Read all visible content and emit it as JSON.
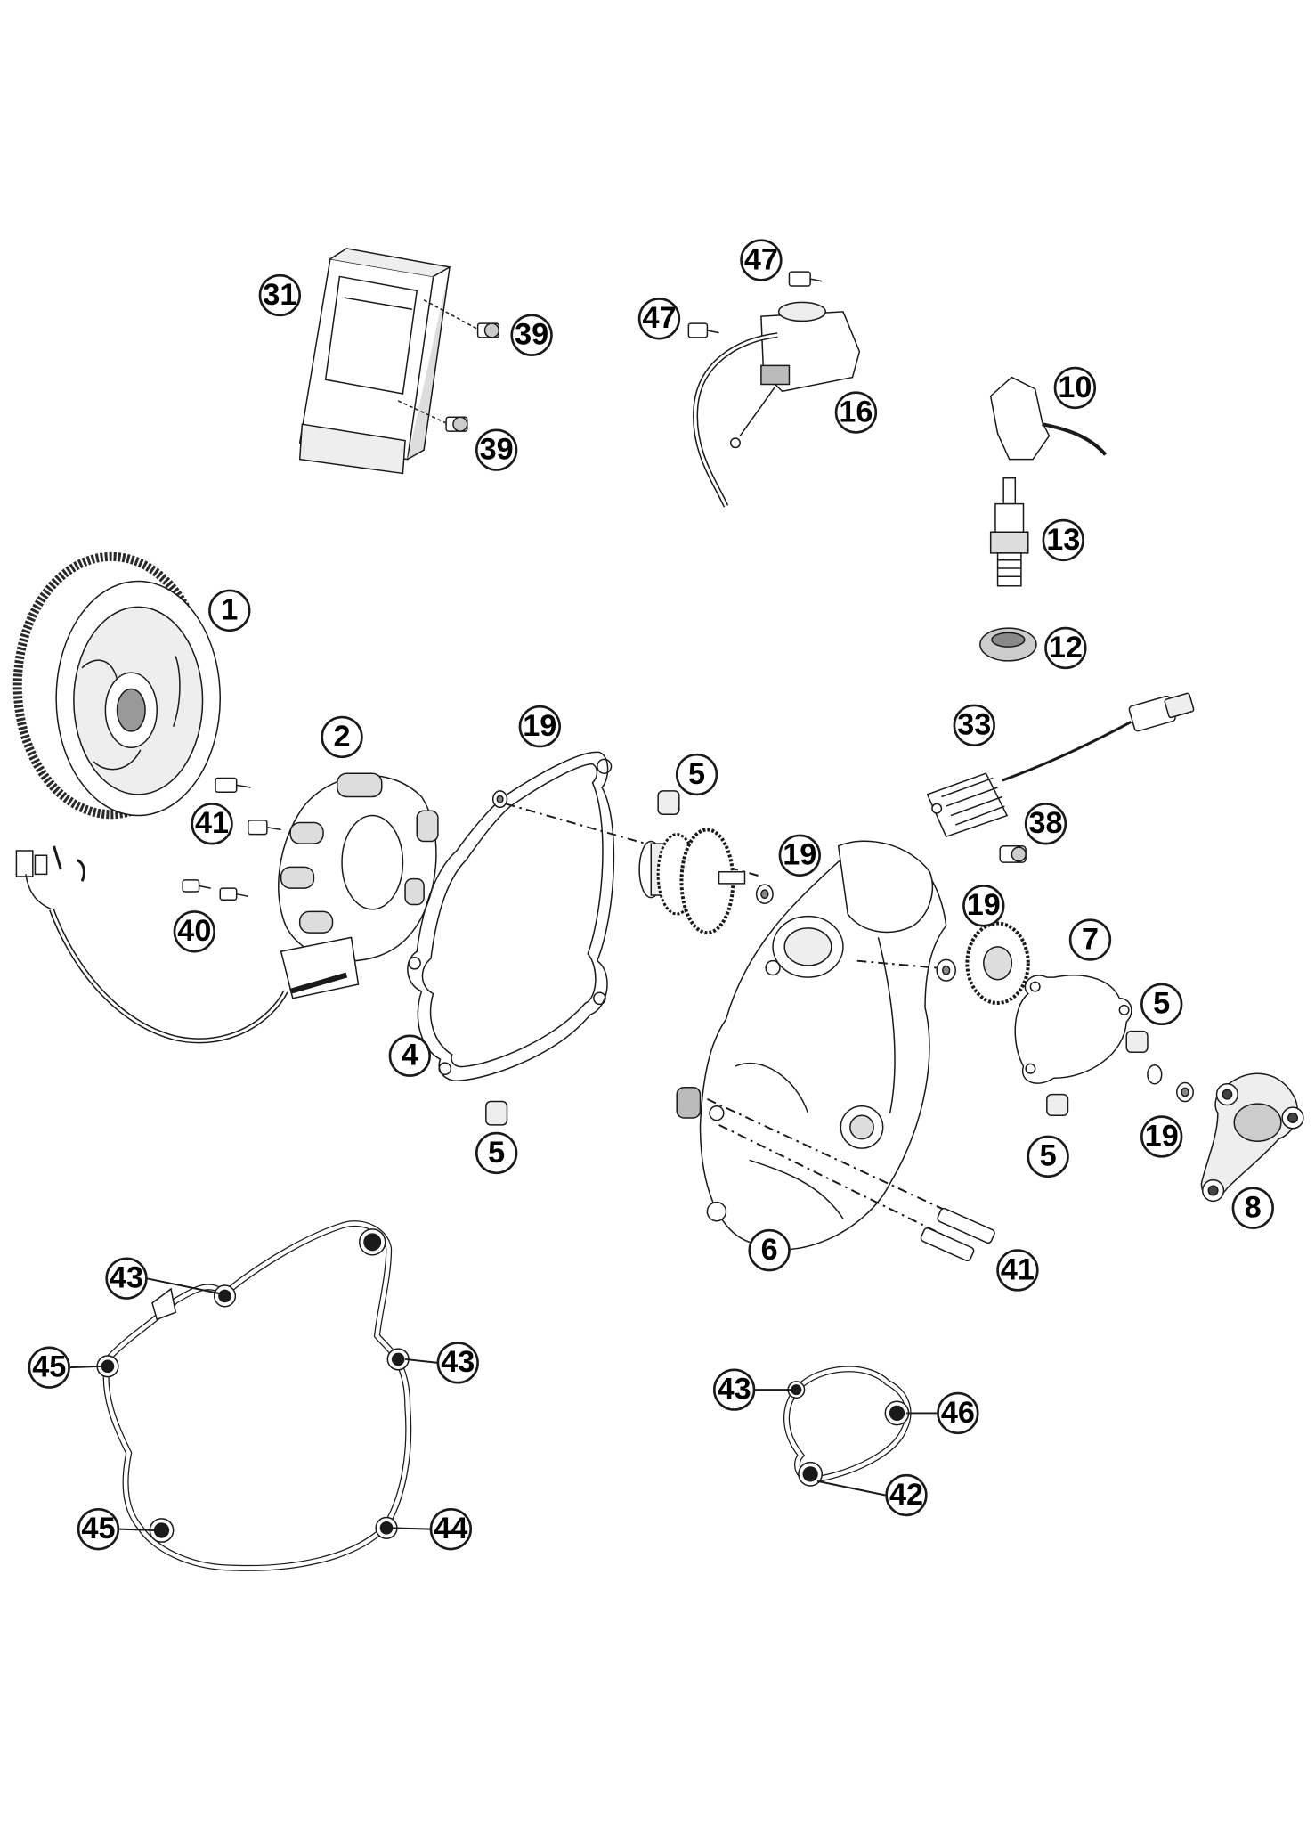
{
  "callouts": {
    "c31": "31",
    "c39a": "39",
    "c39b": "39",
    "c47a": "47",
    "c47b": "47",
    "c16": "16",
    "c10": "10",
    "c13": "13",
    "c12": "12",
    "c1": "1",
    "c2": "2",
    "c41a": "41",
    "c40": "40",
    "c19a": "19",
    "c5a": "5",
    "c4": "4",
    "c5b": "5",
    "c19b": "19",
    "c19c": "19",
    "c7": "7",
    "c33": "33",
    "c38": "38",
    "c5c": "5",
    "c5d": "5",
    "c19d": "19",
    "c8": "8",
    "c6": "6",
    "c41b": "41",
    "c43a": "43",
    "c45a": "45",
    "c43b": "43",
    "c45b": "45",
    "c44": "44",
    "c43c": "43",
    "c46": "46",
    "c42": "42"
  },
  "colors": {
    "line": "#1a1a1a",
    "fill": "#ffffff",
    "shade": "#d9d9d9",
    "dark": "#5a5a5a"
  }
}
